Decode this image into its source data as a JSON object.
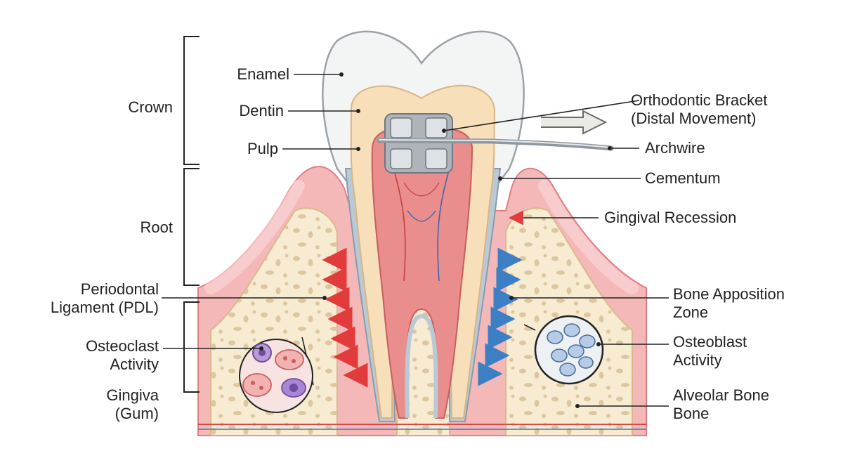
{
  "labels": {
    "crown": "Crown",
    "root": "Root",
    "enamel": "Enamel",
    "dentin": "Dentin",
    "pulp": "Pulp",
    "pdl": {
      "line1": "Periodontal",
      "line2": "Ligament (PDL)"
    },
    "osteoclast": {
      "line1": "Osteoclast",
      "line2": "Activity"
    },
    "gingiva": {
      "line1": "Gingiva",
      "line2": "(Gum)"
    },
    "bracket": {
      "line1": "Orthodontic Bracket",
      "line2": "(Distal Movement)"
    },
    "archwire": "Archwire",
    "cementum": "Cementum",
    "recession": "Gingival Recession",
    "apposition": {
      "line1": "Bone Apposition",
      "line2": "Zone"
    },
    "osteoblast": {
      "line1": "Osteoblast",
      "line2": "Activity"
    },
    "alveolar": {
      "line1": "Alveolar Bone",
      "line2": "Bone"
    }
  },
  "colors": {
    "gum": "#f4b8b8",
    "gum_dark": "#e27d83",
    "bone": "#f7ecd2",
    "bone_spots": "#dcc7a0",
    "enamel": "#f3f4f4",
    "dentin": "#f7dfb9",
    "pulp": "#e98d8d",
    "cementum": "#b9c9d6",
    "resorption_arrow": "#e23b3b",
    "apposition_arrow": "#3d7fc4",
    "bracket": "#c9cdd1"
  },
  "icons": [
    "movement-arrow-icon",
    "bracket-icon",
    "osteoclast-cell-icon",
    "osteoblast-cell-icon"
  ]
}
